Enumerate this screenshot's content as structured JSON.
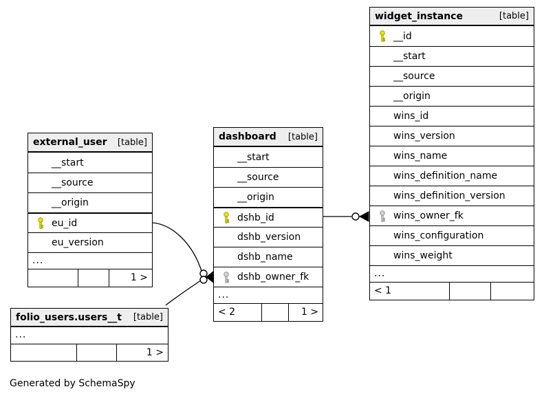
{
  "page": {
    "generated_by": "Generated by SchemaSpy"
  },
  "colors": {
    "background": "#ffffff",
    "table_header_bg": "#eeeeee",
    "border": "#000000",
    "primary_key_icon": "#e8e400",
    "foreign_key_icon": "#d2d2d2"
  },
  "tables": [
    {
      "name": "external_user",
      "type_label": "[table]",
      "columns": [
        {
          "name": "__start",
          "key": ""
        },
        {
          "name": "__source",
          "key": ""
        },
        {
          "name": "__origin",
          "key": ""
        },
        {
          "name": "eu_id",
          "key": "primary"
        },
        {
          "name": "eu_version",
          "key": ""
        }
      ],
      "ellipsis": "...",
      "footer": {
        "left": "",
        "mid": "",
        "right": "1 >"
      }
    },
    {
      "name": "dashboard",
      "type_label": "[table]",
      "columns": [
        {
          "name": "__start",
          "key": ""
        },
        {
          "name": "__source",
          "key": ""
        },
        {
          "name": "__origin",
          "key": ""
        },
        {
          "name": "dshb_id",
          "key": "primary"
        },
        {
          "name": "dshb_version",
          "key": ""
        },
        {
          "name": "dshb_name",
          "key": ""
        },
        {
          "name": "dshb_owner_fk",
          "key": "foreign"
        }
      ],
      "ellipsis": "...",
      "footer": {
        "left": "< 2",
        "mid": "",
        "right": "1 >"
      }
    },
    {
      "name": "widget_instance",
      "type_label": "[table]",
      "columns": [
        {
          "name": "__id",
          "key": "primary"
        },
        {
          "name": "__start",
          "key": ""
        },
        {
          "name": "__source",
          "key": ""
        },
        {
          "name": "__origin",
          "key": ""
        },
        {
          "name": "wins_id",
          "key": ""
        },
        {
          "name": "wins_version",
          "key": ""
        },
        {
          "name": "wins_name",
          "key": ""
        },
        {
          "name": "wins_definition_name",
          "key": ""
        },
        {
          "name": "wins_definition_version",
          "key": ""
        },
        {
          "name": "wins_owner_fk",
          "key": "foreign"
        },
        {
          "name": "wins_configuration",
          "key": ""
        },
        {
          "name": "wins_weight",
          "key": ""
        }
      ],
      "ellipsis": "...",
      "footer": {
        "left": "< 1",
        "mid": "",
        "right": ""
      }
    },
    {
      "name": "folio_users.users__t",
      "type_label": "[table]",
      "columns": [],
      "ellipsis": "...",
      "footer": {
        "left": "",
        "mid": "",
        "right": "1 >"
      }
    }
  ],
  "relationships": [
    {
      "from": "external_user.eu_id",
      "to": "dashboard.dshb_owner_fk"
    },
    {
      "from": "folio_users.users__t",
      "to": "dashboard.dshb_owner_fk"
    },
    {
      "from": "dashboard.dshb_id",
      "to": "widget_instance.wins_owner_fk"
    }
  ]
}
